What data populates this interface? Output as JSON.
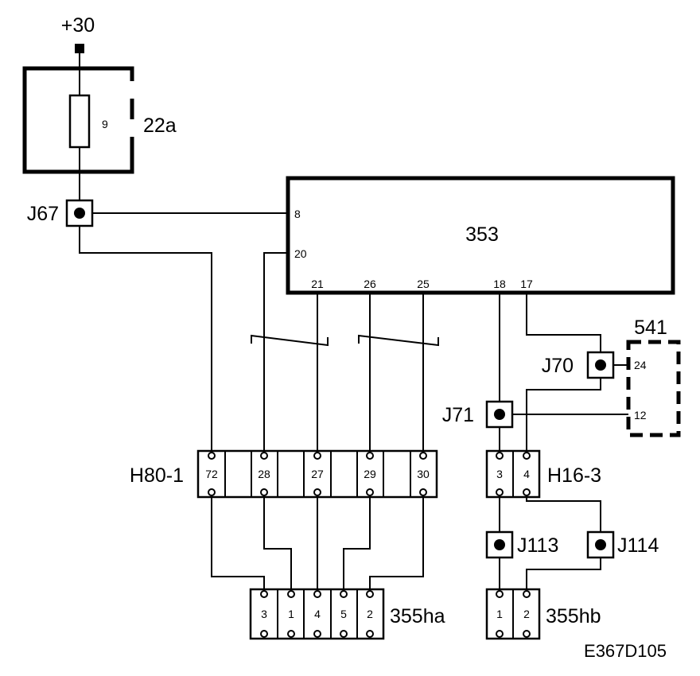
{
  "supply": {
    "label": "+30"
  },
  "fuse_box": {
    "label": "22a",
    "fuse_number": "9"
  },
  "junctions": {
    "j67": "J67",
    "j70": "J70",
    "j71": "J71",
    "j113": "J113",
    "j114": "J114"
  },
  "module_353": {
    "label": "353",
    "pins": {
      "p8": "8",
      "p20": "20",
      "p21": "21",
      "p26": "26",
      "p25": "25",
      "p18": "18",
      "p17": "17"
    }
  },
  "module_541": {
    "label": "541",
    "pins": {
      "p24": "24",
      "p12": "12"
    }
  },
  "connector_h80_1": {
    "label": "H80-1",
    "pins": [
      "72",
      "28",
      "27",
      "29",
      "30"
    ]
  },
  "connector_h16_3": {
    "label": "H16-3",
    "pins": [
      "3",
      "4"
    ]
  },
  "connector_355ha": {
    "label": "355ha",
    "pins": [
      "3",
      "1",
      "4",
      "5",
      "2"
    ]
  },
  "connector_355hb": {
    "label": "355hb",
    "pins": [
      "1",
      "2"
    ]
  },
  "figure_code": "E367D105"
}
